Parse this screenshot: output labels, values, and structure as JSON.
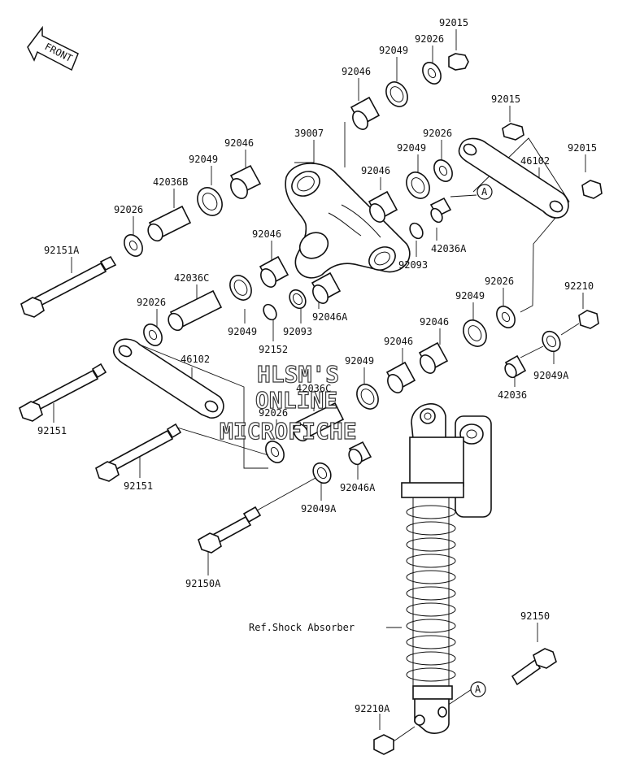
{
  "front_badge": "FRONT",
  "ref_label": "Ref.Shock Absorber",
  "marker_letter": "A",
  "watermark": [
    "HLSM'S",
    "ONLINE",
    "MICROFICHE"
  ],
  "part_labels": [
    {
      "id": "p1",
      "text": "92015"
    },
    {
      "id": "p2",
      "text": "92026"
    },
    {
      "id": "p3",
      "text": "92049"
    },
    {
      "id": "p4",
      "text": "92046"
    },
    {
      "id": "p5",
      "text": "92015"
    },
    {
      "id": "p6",
      "text": "39007"
    },
    {
      "id": "p7",
      "text": "92046"
    },
    {
      "id": "p8",
      "text": "92026"
    },
    {
      "id": "p9",
      "text": "92049"
    },
    {
      "id": "p10",
      "text": "92015"
    },
    {
      "id": "p11",
      "text": "46102"
    },
    {
      "id": "p12",
      "text": "92049"
    },
    {
      "id": "p13",
      "text": "42036B"
    },
    {
      "id": "p14",
      "text": "92046"
    },
    {
      "id": "p15",
      "text": "92026"
    },
    {
      "id": "p16",
      "text": "92151A"
    },
    {
      "id": "p17",
      "text": "92046"
    },
    {
      "id": "p18",
      "text": "42036A"
    },
    {
      "id": "p19",
      "text": "92093"
    },
    {
      "id": "p20",
      "text": "42036C"
    },
    {
      "id": "p21",
      "text": "92026"
    },
    {
      "id": "p22",
      "text": "92210"
    },
    {
      "id": "p23",
      "text": "92026"
    },
    {
      "id": "p24",
      "text": "92049"
    },
    {
      "id": "p25",
      "text": "92046A"
    },
    {
      "id": "p26",
      "text": "92049"
    },
    {
      "id": "p27",
      "text": "92093"
    },
    {
      "id": "p28",
      "text": "92046"
    },
    {
      "id": "p29",
      "text": "92152"
    },
    {
      "id": "p30",
      "text": "92046"
    },
    {
      "id": "p31",
      "text": "92049"
    },
    {
      "id": "p32",
      "text": "92049A"
    },
    {
      "id": "p33",
      "text": "46102"
    },
    {
      "id": "p34",
      "text": "42036C"
    },
    {
      "id": "p35",
      "text": "42036"
    },
    {
      "id": "p36",
      "text": "92151"
    },
    {
      "id": "p37",
      "text": "92026"
    },
    {
      "id": "p38",
      "text": "92151"
    },
    {
      "id": "p39",
      "text": "92046A"
    },
    {
      "id": "p40",
      "text": "92049A"
    },
    {
      "id": "p41",
      "text": "92150A"
    },
    {
      "id": "p42",
      "text": "92150"
    },
    {
      "id": "p43",
      "text": "92210A"
    }
  ]
}
